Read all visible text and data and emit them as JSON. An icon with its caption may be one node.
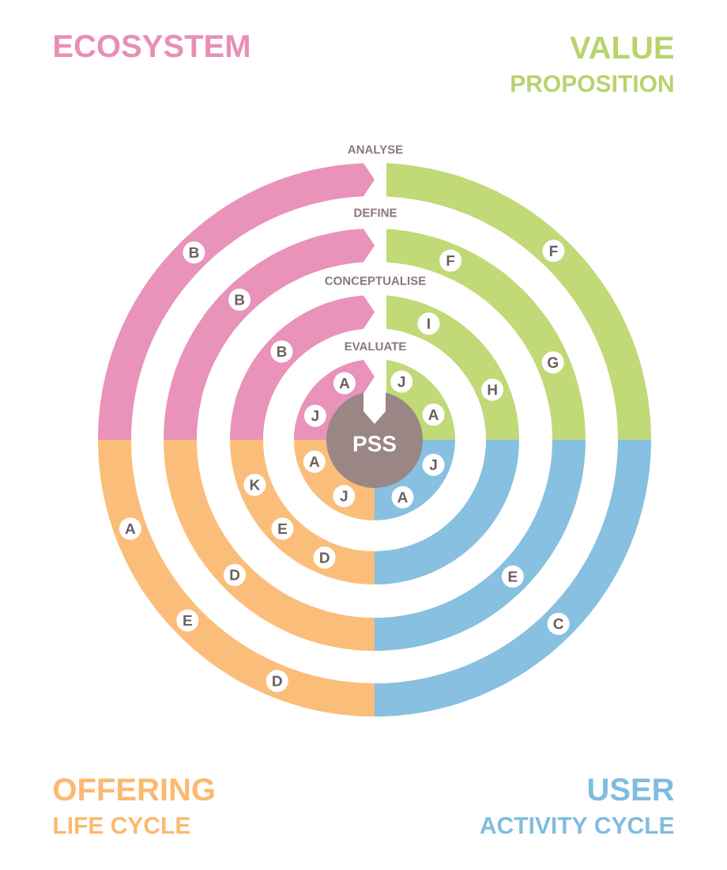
{
  "diagram": {
    "nodes": [
      {
        "text": [
          "B"
        ]
      },
      {
        "text": [
          "F"
        ]
      },
      {
        "text": [
          "C"
        ]
      },
      {
        "text": [
          "D"
        ]
      },
      {
        "text": [
          "E"
        ]
      },
      {
        "text": [
          "A"
        ]
      },
      {
        "text": [
          "B"
        ]
      },
      {
        "text": [
          "F"
        ]
      },
      {
        "text": [
          "G"
        ]
      },
      {
        "text": [
          "E"
        ]
      },
      {
        "text": [
          "D"
        ]
      },
      {
        "text": [
          "B"
        ]
      },
      {
        "text": [
          "I"
        ]
      },
      {
        "text": [
          "H"
        ]
      },
      {
        "text": [
          "D"
        ]
      },
      {
        "text": [
          "E"
        ]
      },
      {
        "text": [
          "K"
        ]
      },
      {
        "text": [
          "J"
        ]
      },
      {
        "text": [
          "A"
        ]
      },
      {
        "text": [
          "J"
        ]
      },
      {
        "text": [
          "A"
        ]
      },
      {
        "text": [
          "J"
        ]
      },
      {
        "text": [
          "A"
        ]
      },
      {
        "text": [
          "J"
        ]
      },
      {
        "text": [
          "A"
        ]
      },
      {
        "text": [
          "PSS"
        ]
      }
    ],
    "labels": [
      "ECOSYSTEM",
      "VALUE",
      "PROPOSITION",
      "ANALYSE",
      "DEFINE",
      "CONCEPTUALISE",
      "EVALUATE",
      "OFFERING",
      "USER",
      "LIFE CYCLE",
      "ACTIVITY CYCLE"
    ]
  }
}
